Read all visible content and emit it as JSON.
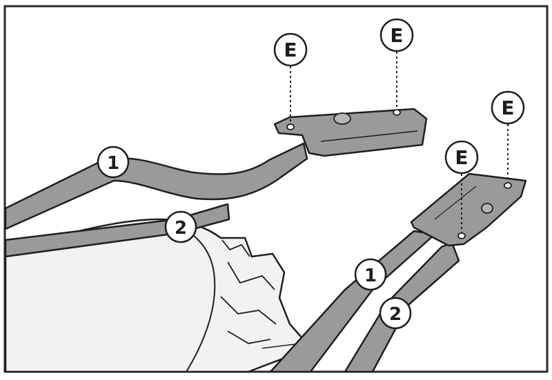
{
  "callouts": {
    "e1": "E",
    "e2": "E",
    "e3": "E",
    "e4": "E",
    "n1_left": "1",
    "n2_left": "2",
    "n1_right": "1",
    "n2_right": "2"
  },
  "colors": {
    "frame": "#2a2a2a",
    "metal": "#9a9a9a",
    "metal_dark": "#6f6f6f",
    "outline": "#1e1e1e",
    "body_fill": "#f2f2f2",
    "callout_fill": "#ffffff"
  }
}
